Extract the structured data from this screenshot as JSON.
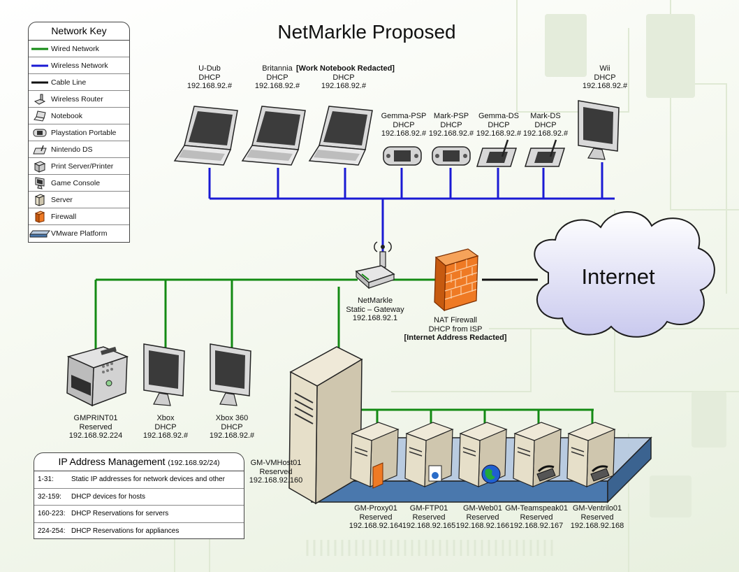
{
  "title": "NetMarkle Proposed",
  "colors": {
    "wired": "#138a13",
    "wireless": "#1a1ad4",
    "cable": "#111111",
    "platform": "#b9cbe0"
  },
  "legend": {
    "title": "Network Key",
    "items": [
      {
        "label": "Wired Network",
        "icon": "wired-line"
      },
      {
        "label": "Wireless Network",
        "icon": "wireless-line"
      },
      {
        "label": "Cable Line",
        "icon": "cable-line"
      },
      {
        "label": "Wireless Router",
        "icon": "router-icon"
      },
      {
        "label": "Notebook",
        "icon": "notebook-icon"
      },
      {
        "label": "Playstation Portable",
        "icon": "psp-icon"
      },
      {
        "label": "Nintendo DS",
        "icon": "ds-icon"
      },
      {
        "label": "Print Server/Printer",
        "icon": "printer-icon"
      },
      {
        "label": "Game Console",
        "icon": "console-icon"
      },
      {
        "label": "Server",
        "icon": "server-icon"
      },
      {
        "label": "Firewall",
        "icon": "firewall-icon"
      },
      {
        "label": "VMware Platform",
        "icon": "vmware-icon"
      }
    ]
  },
  "ip_management": {
    "title": "IP Address Management",
    "subnet": "(192.168.92/24)",
    "rows": [
      {
        "range": "1-31:",
        "desc": "Static IP addresses for network devices and other"
      },
      {
        "range": "32-159:",
        "desc": "DHCP devices for hosts"
      },
      {
        "range": "160-223:",
        "desc": "DHCP Reservations for servers"
      },
      {
        "range": "224-254:",
        "desc": "DHCP Reservations for appliances"
      }
    ]
  },
  "redaction_note": "[Work Notebook Redacted]",
  "internet": {
    "label": "Internet"
  },
  "devices": {
    "udub": {
      "lines": [
        "U-Dub",
        "DHCP",
        "192.168.92.#"
      ]
    },
    "britannia": {
      "lines": [
        "Britannia",
        "DHCP",
        "192.168.92.#"
      ]
    },
    "work": {
      "lines": [
        "DHCP",
        "192.168.92.#"
      ]
    },
    "gemma_psp": {
      "lines": [
        "Gemma-PSP",
        "DHCP",
        "192.168.92.#"
      ]
    },
    "mark_psp": {
      "lines": [
        "Mark-PSP",
        "DHCP",
        "192.168.92.#"
      ]
    },
    "gemma_ds": {
      "lines": [
        "Gemma-DS",
        "DHCP",
        "192.168.92.#"
      ]
    },
    "mark_ds": {
      "lines": [
        "Mark-DS",
        "DHCP",
        "192.168.92.#"
      ]
    },
    "wii": {
      "lines": [
        "Wii",
        "DHCP",
        "192.168.92.#"
      ]
    },
    "router": {
      "lines": [
        "NetMarkle",
        "Static – Gateway",
        "192.168.92.1"
      ]
    },
    "firewall": {
      "lines": [
        "NAT Firewall",
        "DHCP from ISP"
      ],
      "note": "[Internet Address Redacted]"
    },
    "printer": {
      "lines": [
        "GMPRINT01",
        "Reserved",
        "192.168.92.224"
      ]
    },
    "xbox": {
      "lines": [
        "Xbox",
        "DHCP",
        "192.168.92.#"
      ]
    },
    "xbox360": {
      "lines": [
        "Xbox 360",
        "DHCP",
        "192.168.92.#"
      ]
    },
    "vmhost": {
      "lines": [
        "GM-VMHost01",
        "Reserved",
        "192.168.92.160"
      ]
    },
    "proxy": {
      "lines": [
        "GM-Proxy01",
        "Reserved",
        "192.168.92.164"
      ]
    },
    "ftp": {
      "lines": [
        "GM-FTP01",
        "Reserved",
        "192.168.92.165"
      ]
    },
    "web": {
      "lines": [
        "GM-Web01",
        "Reserved",
        "192.168.92.166"
      ]
    },
    "teamspeak": {
      "lines": [
        "GM-Teamspeak01",
        "Reserved",
        "192.168.92.167"
      ]
    },
    "ventrilo": {
      "lines": [
        "GM-Ventrilo01",
        "Reserved",
        "192.168.92.168"
      ]
    }
  }
}
